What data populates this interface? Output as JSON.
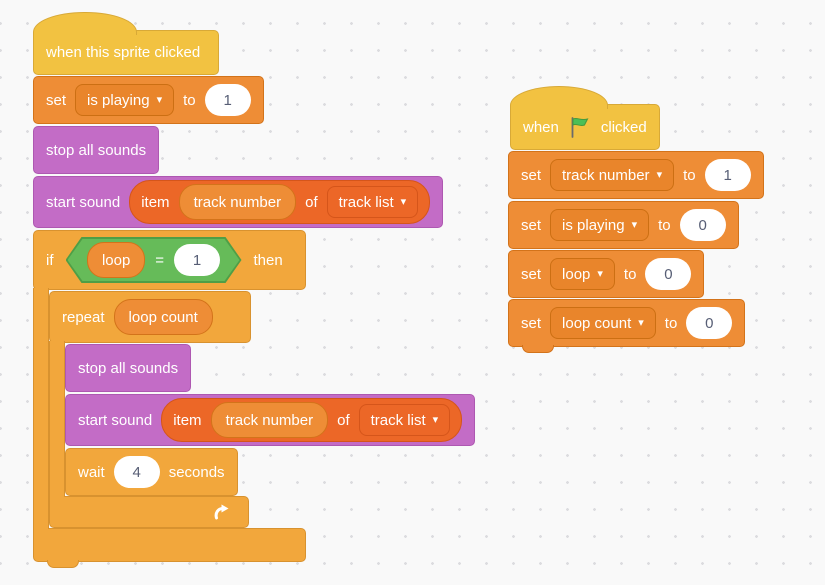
{
  "colors": {
    "events": "#F2C241",
    "control": "#F2A73C",
    "sound": "#C36CC6",
    "variables": "#EE8D36",
    "list": "#EC6727",
    "operator": "#66BB59",
    "input_text": "#575E75",
    "flag_green": "#4CBF56",
    "background": "#F9F9F9"
  },
  "icons": {
    "dropdown_arrow": "▾"
  },
  "left_script": {
    "hat_label": "when this sprite clicked",
    "set_is_playing": {
      "set": "set",
      "variable": "is playing",
      "to": "to",
      "value": "1"
    },
    "stop_all_sounds": "stop all sounds",
    "start_sound": {
      "label": "start sound",
      "item": "item",
      "variable": "track number",
      "of": "of",
      "list": "track list"
    },
    "if_block": {
      "if": "if",
      "condition_left": "loop",
      "operator": "=",
      "condition_right": "1",
      "then": "then"
    },
    "repeat_block": {
      "label": "repeat",
      "count_variable": "loop count"
    },
    "nested_stop_all_sounds": "stop all sounds",
    "nested_start_sound": {
      "label": "start sound",
      "item": "item",
      "variable": "track number",
      "of": "of",
      "list": "track list"
    },
    "wait_block": {
      "label": "wait",
      "value": "4",
      "unit": "seconds"
    }
  },
  "right_script": {
    "hat": {
      "when": "when",
      "clicked": "clicked"
    },
    "sets": [
      {
        "set": "set",
        "variable": "track number",
        "to": "to",
        "value": "1"
      },
      {
        "set": "set",
        "variable": "is playing",
        "to": "to",
        "value": "0"
      },
      {
        "set": "set",
        "variable": "loop",
        "to": "to",
        "value": "0"
      },
      {
        "set": "set",
        "variable": "loop count",
        "to": "to",
        "value": "0"
      }
    ]
  }
}
